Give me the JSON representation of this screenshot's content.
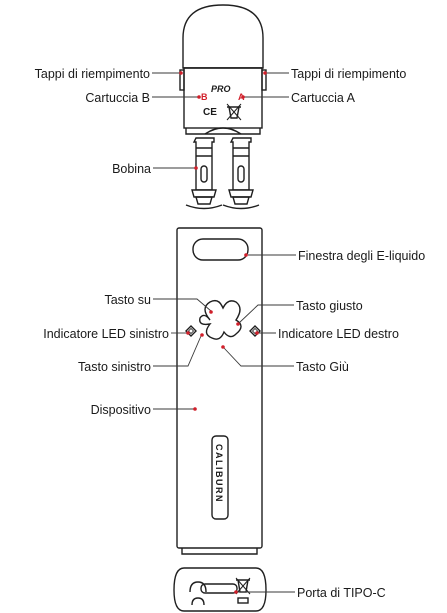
{
  "labels": {
    "fill_left": "Tappi di riempimento",
    "fill_right": "Tappi di riempimento",
    "cart_b": "Cartuccia B",
    "cart_a": "Cartuccia A",
    "coil": "Bobina",
    "window": "Finestra degli E-liquido",
    "up": "Tasto su",
    "right_key": "Tasto giusto",
    "led_left": "Indicatore LED sinistro",
    "led_right": "Indicatore LED destro",
    "left_key": "Tasto sinistro",
    "down": "Tasto Giù",
    "device": "Dispositivo",
    "usb": "Porta di TIPO-C"
  },
  "cartridge_marks": {
    "logo": "PRO",
    "side_b": "B",
    "side_a": "A",
    "ce": "CE"
  },
  "device_brand": "CALIBURN",
  "leader_color": "#d11f2a",
  "icons": [
    "fill-cap-icon",
    "recycle-bin-icon",
    "led-diamond-icon",
    "usb-c-port-icon"
  ]
}
